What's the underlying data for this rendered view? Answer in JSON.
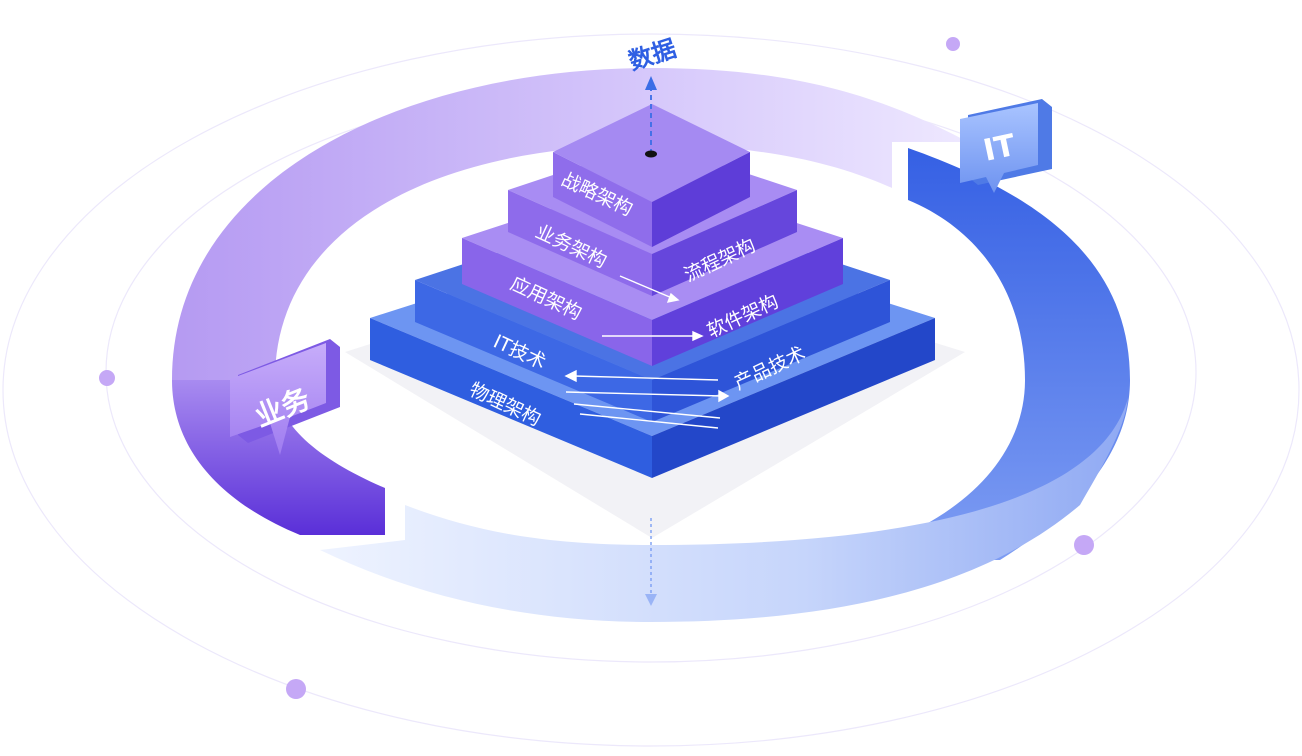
{
  "top_label": "数据",
  "badges": {
    "it": "IT",
    "business": "业务"
  },
  "layers": [
    {
      "id": "strategy",
      "left": "战略架构",
      "right": ""
    },
    {
      "id": "business",
      "left": "业务架构",
      "right": "流程架构"
    },
    {
      "id": "app",
      "left": "应用架构",
      "right": "软件架构"
    },
    {
      "id": "tech",
      "left": "IT技术",
      "right": "产品技术"
    },
    {
      "id": "physical",
      "left": "物理架构",
      "right": ""
    }
  ],
  "colors": {
    "purple_dark": "#5b33d6",
    "purple_mid": "#8b62ec",
    "purple_light": "#b79af6",
    "blue_dark": "#2248d0",
    "blue_mid": "#3f6ee8",
    "blue_light": "#6f95f3",
    "dot": "#c5a8f6"
  }
}
